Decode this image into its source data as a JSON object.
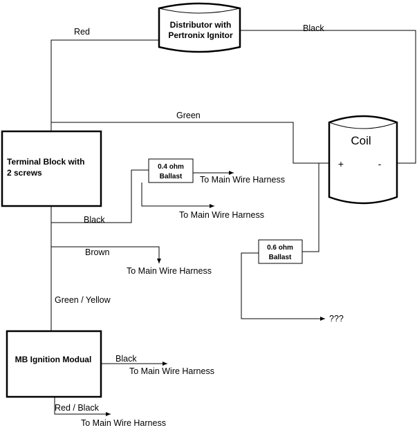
{
  "components": {
    "distributor": {
      "line1": "Distributor with",
      "line2": "Pertronix Ignitor"
    },
    "coil": {
      "title": "Coil",
      "plus": "+",
      "minus": "-"
    },
    "terminal_block": {
      "line1": "Terminal Block with",
      "line2": "2 screws"
    },
    "ballast_04": {
      "line1": "0.4 ohm",
      "line2": "Ballast"
    },
    "ballast_06": {
      "line1": "0.6 ohm",
      "line2": "Ballast"
    },
    "mb_module": {
      "label": "MB Ignition Modual"
    }
  },
  "wire_labels": {
    "red": "Red",
    "black_top": "Black",
    "green": "Green",
    "black_terminal": "Black",
    "brown": "Brown",
    "green_yellow": "Green / Yellow",
    "black_module": "Black",
    "red_black": "Red / Black"
  },
  "destinations": {
    "harness_ballast_1": "To Main Wire Harness",
    "harness_ballast_2": "To Main Wire Harness",
    "harness_brown": "To Main Wire Harness",
    "harness_module_black": "To Main Wire Harness",
    "harness_module_red_black": "To Main Wire Harness",
    "unknown": "???"
  }
}
